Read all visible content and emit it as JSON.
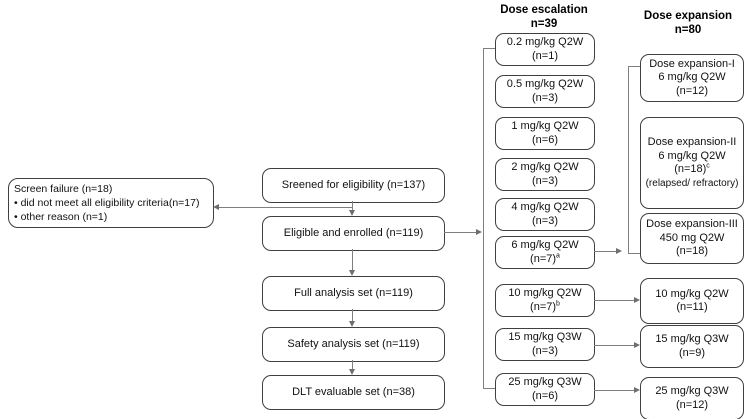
{
  "diagram": {
    "colors": {
      "box_border": "#3f3f3f",
      "connector": "#7f7f7f",
      "text": "#111111",
      "background": "#ffffff"
    },
    "screen_failure": {
      "title": "Screen failure (n=18)",
      "bullets": [
        "•  did not meet all eligibility criteria(n=17)",
        "•  other reason (n=1)"
      ]
    },
    "flow_boxes": [
      {
        "label": "Sreened for eligibility (n=137)"
      },
      {
        "label": "Eligible and enrolled (n=119)"
      },
      {
        "label": "Full analysis set (n=119)"
      },
      {
        "label": "Safety analysis set (n=119)"
      },
      {
        "label": "DLT evaluable set (n=38)"
      }
    ],
    "escalation": {
      "title": "Dose escalation",
      "n": "n=39",
      "boxes": [
        {
          "line1": "0.2 mg/kg Q2W",
          "line2": "(n=1)",
          "sup": ""
        },
        {
          "line1": "0.5 mg/kg Q2W",
          "line2": "(n=3)",
          "sup": ""
        },
        {
          "line1": "1 mg/kg Q2W",
          "line2": "(n=6)",
          "sup": ""
        },
        {
          "line1": "2 mg/kg Q2W",
          "line2": "(n=3)",
          "sup": ""
        },
        {
          "line1": "4 mg/kg Q2W",
          "line2": "(n=3)",
          "sup": ""
        },
        {
          "line1": "6 mg/kg Q2W",
          "line2": "(n=7)",
          "sup": "a"
        },
        {
          "line1": "10 mg/kg Q2W",
          "line2": "(n=7)",
          "sup": "b"
        },
        {
          "line1": "15 mg/kg Q3W",
          "line2": "(n=3)",
          "sup": ""
        },
        {
          "line1": "25 mg/kg Q3W",
          "line2": "(n=6)",
          "sup": ""
        }
      ]
    },
    "expansion": {
      "title": "Dose expansion",
      "n": "n=80",
      "boxes": [
        {
          "l1": "Dose expansion-I",
          "l2": "6 mg/kg Q2W",
          "l3": "(n=12)",
          "sup": "",
          "l4": ""
        },
        {
          "l1": "Dose expansion-II",
          "l2": "6 mg/kg Q2W",
          "l3": "(n=18)",
          "sup": "c",
          "l4": "(relapsed/ refractory)"
        },
        {
          "l1": "Dose expansion-III",
          "l2": "450 mg Q2W",
          "l3": "(n=18)",
          "sup": "",
          "l4": ""
        },
        {
          "l1": "10 mg/kg Q2W",
          "l2": "(n=11)",
          "l3": "",
          "sup": "",
          "l4": ""
        },
        {
          "l1": "15 mg/kg Q3W",
          "l2": "(n=9)",
          "l3": "",
          "sup": "",
          "l4": ""
        },
        {
          "l1": "25 mg/kg Q3W",
          "l2": "(n=12)",
          "l3": "",
          "sup": "",
          "l4": ""
        }
      ]
    }
  }
}
